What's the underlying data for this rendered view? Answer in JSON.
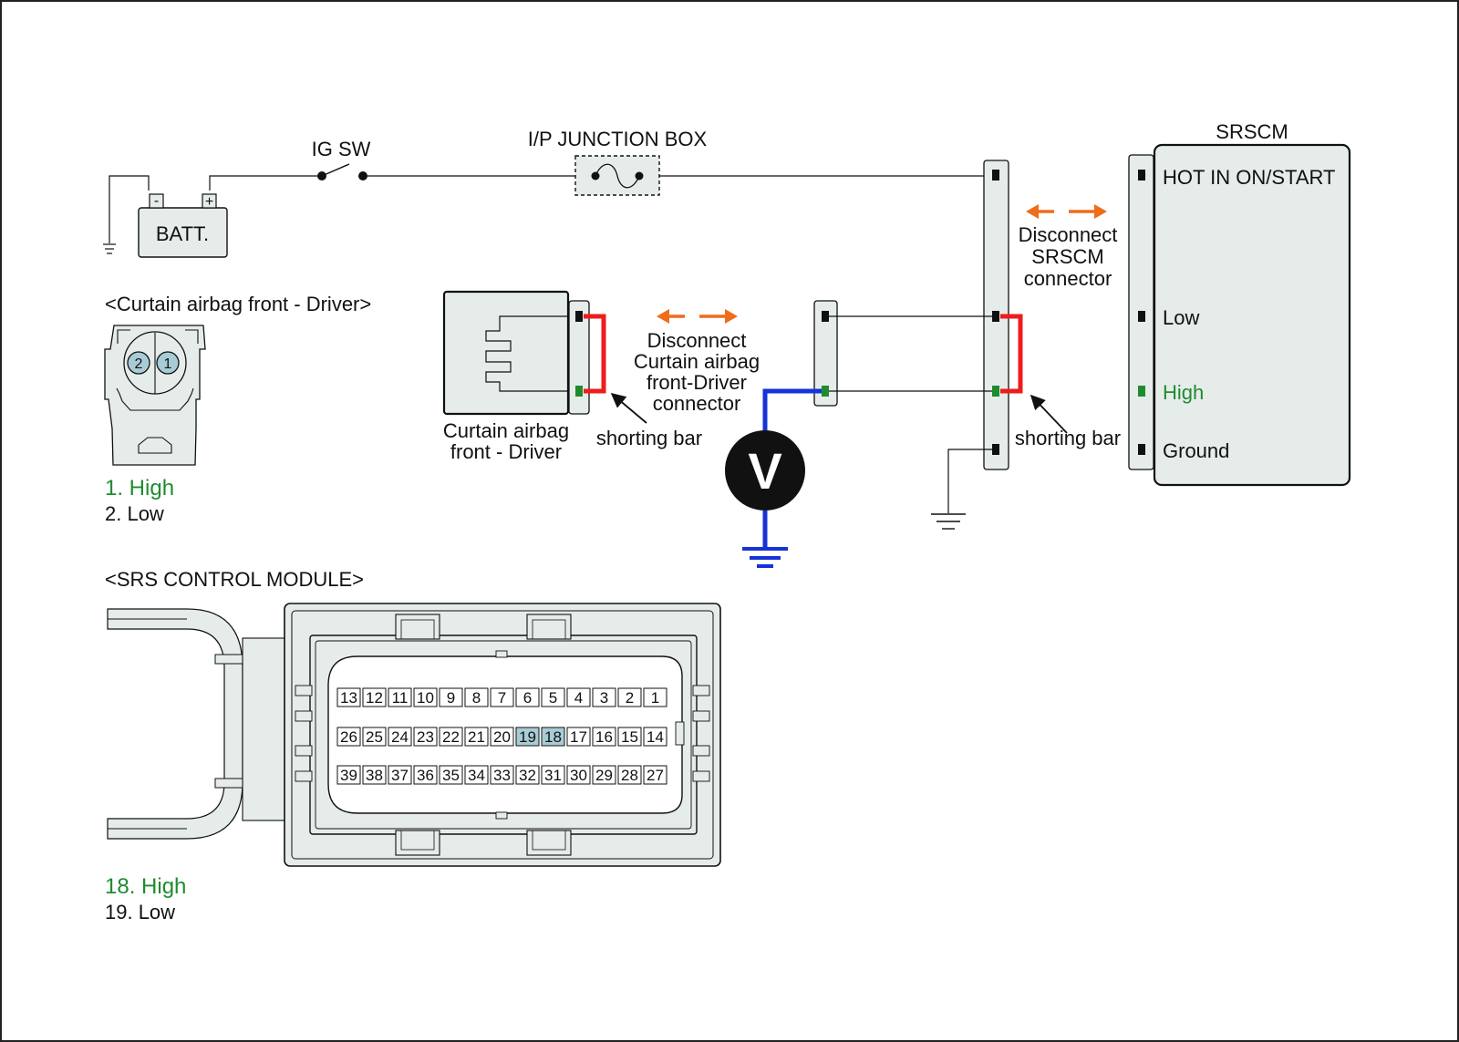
{
  "labels": {
    "ig_sw": "IG SW",
    "junction_box": "I/P JUNCTION BOX",
    "battery": "BATT.",
    "battery_minus": "-",
    "battery_plus": "+",
    "srscm_title": "SRSCM",
    "hot": "HOT IN ON/START",
    "low": "Low",
    "high": "High",
    "ground": "Ground",
    "disconnect_srscm": [
      "Disconnect",
      "SRSCM",
      "connector"
    ],
    "disconnect_curtain": [
      "Disconnect",
      "Curtain airbag",
      "front-Driver",
      "connector"
    ],
    "shorting_bar": "shorting bar",
    "curtain_component": [
      "Curtain airbag",
      "front - Driver"
    ],
    "voltmeter": "V"
  },
  "curtain_connector": {
    "title": "<Curtain airbag front - Driver>",
    "pins": [
      "2",
      "1"
    ],
    "legend": [
      {
        "text": "1. High",
        "highlight": true
      },
      {
        "text": "2. Low",
        "highlight": false
      }
    ]
  },
  "srs_module": {
    "title": "<SRS CONTROL MODULE>",
    "rows": [
      [
        "13",
        "12",
        "11",
        "10",
        "9",
        "8",
        "7",
        "6",
        "5",
        "4",
        "3",
        "2",
        "1"
      ],
      [
        "26",
        "25",
        "24",
        "23",
        "22",
        "21",
        "20",
        "19",
        "18",
        "17",
        "16",
        "15",
        "14"
      ],
      [
        "39",
        "38",
        "37",
        "36",
        "35",
        "34",
        "33",
        "32",
        "31",
        "30",
        "29",
        "28",
        "27"
      ]
    ],
    "highlighted_pins": [
      "18",
      "19"
    ],
    "legend": [
      {
        "text": "18. High",
        "highlight": true
      },
      {
        "text": "19. Low",
        "highlight": false
      }
    ]
  },
  "colors": {
    "shorting_bar": "#ee1c1c",
    "meter_lead": "#1533d6",
    "disconnect_arrow": "#ef6c1a",
    "high_pin": "#1e8c2e",
    "highlight_text": "#1e8c2e",
    "highlight_pin_fill": "#a8ccd6",
    "connector_fill": "#e6ecea"
  }
}
